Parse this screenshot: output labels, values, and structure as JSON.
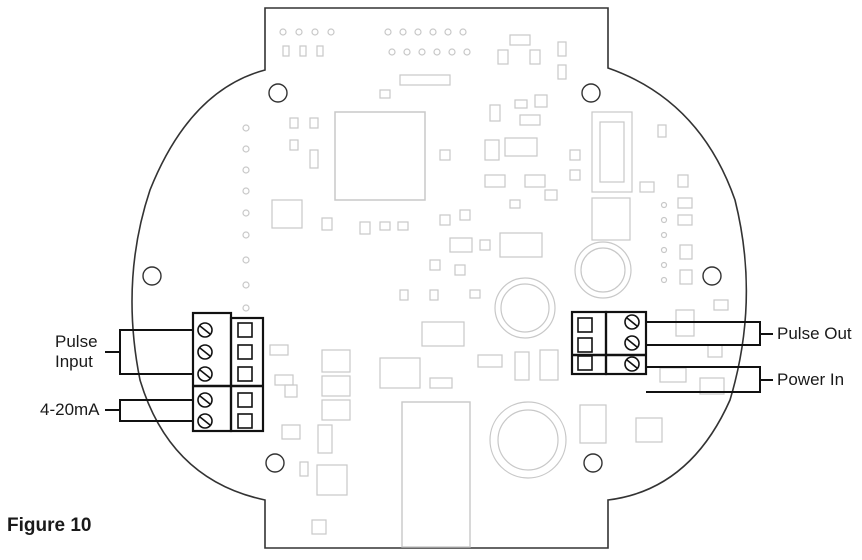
{
  "labels": {
    "pulse_input_line1": "Pulse",
    "pulse_input_line2": "Input",
    "current_loop": "4-20mA",
    "pulse_out": "Pulse Out",
    "power_in": "Power In"
  },
  "caption": "Figure 10",
  "colors": {
    "board_outline": "#333333",
    "component": "#c8c8c8",
    "terminal": "#111111",
    "leader": "#111111"
  }
}
